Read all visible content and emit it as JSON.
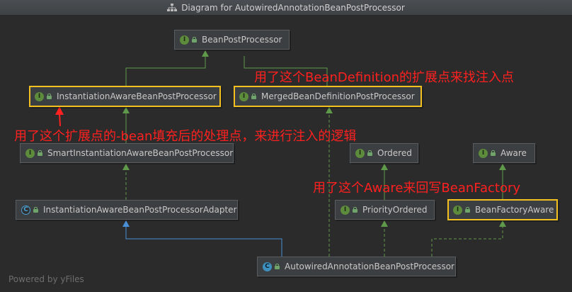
{
  "window": {
    "title": "Diagram for AutowiredAnnotationBeanPostProcessor"
  },
  "nodes": {
    "bean_post_processor": {
      "label": "BeanPostProcessor",
      "kind": "interface",
      "badge": "I"
    },
    "instantiation_aware": {
      "label": "InstantiationAwareBeanPostProcessor",
      "kind": "interface",
      "badge": "I"
    },
    "merged_bean_definition": {
      "label": "MergedBeanDefinitionPostProcessor",
      "kind": "interface",
      "badge": "I"
    },
    "smart_instantiation_aware": {
      "label": "SmartInstantiationAwareBeanPostProcessor",
      "kind": "interface",
      "badge": "I"
    },
    "ordered": {
      "label": "Ordered",
      "kind": "interface",
      "badge": "I"
    },
    "aware": {
      "label": "Aware",
      "kind": "interface",
      "badge": "I"
    },
    "adapter": {
      "label": "InstantiationAwareBeanPostProcessorAdapter",
      "kind": "abstract-class",
      "badge": "C"
    },
    "priority_ordered": {
      "label": "PriorityOrdered",
      "kind": "interface",
      "badge": "I"
    },
    "bean_factory_aware": {
      "label": "BeanFactoryAware",
      "kind": "interface",
      "badge": "I"
    },
    "autowired": {
      "label": "AutowiredAnnotationBeanPostProcessor",
      "kind": "class",
      "badge": "C"
    }
  },
  "annotations": {
    "merged_note": "用了这个BeanDefinition的扩展点来找注入点",
    "instantiation_note": "用了这个扩展点的-bean填充后的处理点，来进行注入的逻辑",
    "aware_note": "用了这个Aware来回写BeanFactory"
  },
  "footer": "Powered by yFiles",
  "colors": {
    "background": "#2b2b2b",
    "node_fill": "#3c3f41",
    "highlight_border": "#f4c01f",
    "annotation_text": "#ff2020",
    "implements_edge": "#5f9a4a",
    "extends_edge": "#4a90d9"
  }
}
